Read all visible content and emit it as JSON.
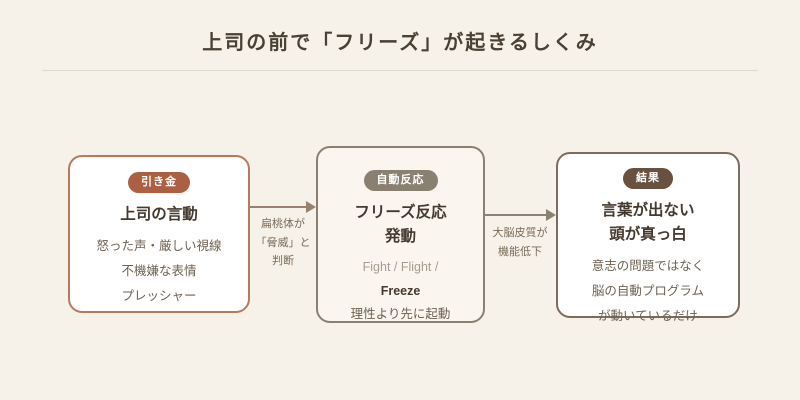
{
  "page": {
    "title": "上司の前で「フリーズ」が起きるしくみ",
    "background_color": "#f6f2ea",
    "title_color": "#4a4033",
    "divider_color": "#ddd8cc"
  },
  "boxes": [
    {
      "badge": "引き金",
      "title": "上司の言動",
      "body": [
        "怒った声・厳しい視線",
        "不機嫌な表情",
        "プレッシャー"
      ],
      "colors": {
        "border": "#b47a62",
        "badge_bg": "#ad5f43",
        "bg": "#ffffff"
      }
    },
    {
      "badge": "自動反応",
      "title_lines": [
        "フリーズ反応",
        "発動"
      ],
      "body": {
        "light": "Fight / Flight /",
        "bold": "Freeze",
        "normal": "理性より先に起動"
      },
      "colors": {
        "border": "#8a8071",
        "badge_bg": "#8a8071",
        "bg": "#faf6ef"
      }
    },
    {
      "badge": "結果",
      "title_lines": [
        "言葉が出ない",
        "頭が真っ白"
      ],
      "body": [
        "意志の問題ではなく",
        "脳の自動プログラム",
        "が動いているだけ"
      ],
      "colors": {
        "border": "#7e6b5a",
        "badge_bg": "#695140",
        "bg": "#ffffff"
      }
    }
  ],
  "arrows": [
    {
      "label": "扁桃体が「脅威」と判断",
      "color": "#97816f"
    },
    {
      "label": "大脳皮質が機能低下",
      "color": "#8a8173"
    }
  ],
  "text_colors": {
    "box_title": "#44392e",
    "body": "#6d6152",
    "body_light": "#a59c8f",
    "arrow_label": "#7a6a58"
  }
}
